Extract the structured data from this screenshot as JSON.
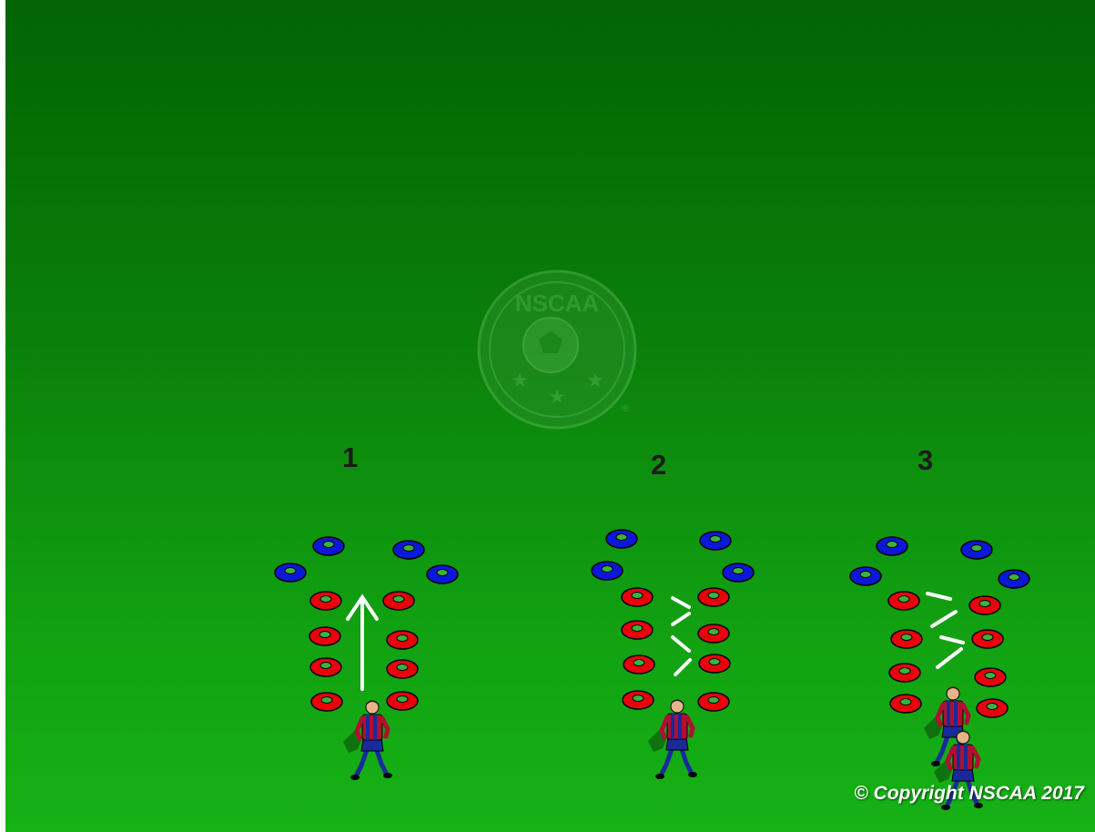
{
  "watermark": {
    "logo_text": "NSCAA",
    "registered_mark": "®"
  },
  "drills": [
    {
      "number": "1",
      "movement": "straight-run"
    },
    {
      "number": "2",
      "movement": "zigzag"
    },
    {
      "number": "3",
      "movement": "zigzag-wide"
    }
  ],
  "copyright": "© Copyright NSCAA 2017",
  "colors": {
    "field_top": "#026402",
    "field_bottom": "#16b216",
    "red_cone": "#e8000b",
    "blue_cone": "#0a18d8",
    "cone_center": "#3bb33b",
    "path_line": "#ffffff",
    "jersey_red": "#b01030",
    "jersey_blue": "#1a2a9a"
  },
  "icons": [
    "nscaa-logo-icon",
    "red-cone-icon",
    "blue-cone-icon",
    "player-icon",
    "movement-arrow-icon"
  ]
}
